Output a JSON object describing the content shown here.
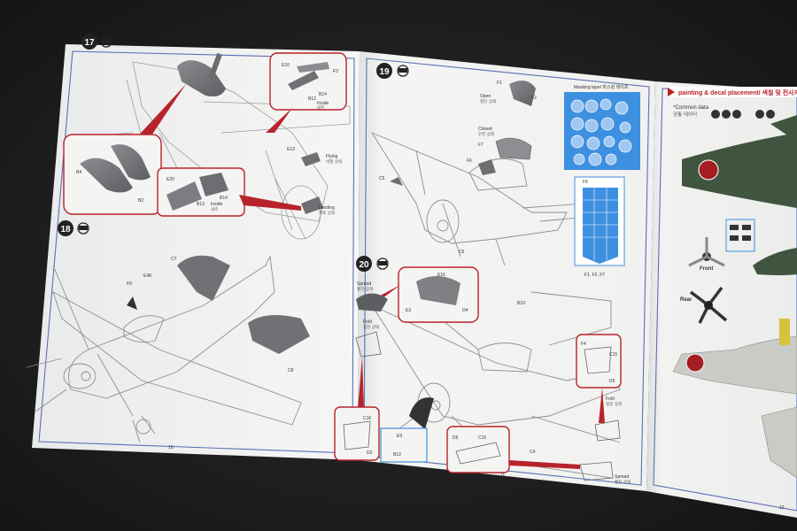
{
  "manual": {
    "left_page": {
      "steps": [
        {
          "number": "17",
          "labels": {
            "e10": "E10",
            "b14": "B14",
            "f3": "F3",
            "b12": "B12",
            "b4": "B4",
            "e20": "E20",
            "b2": "B2",
            "e13": "E13",
            "b13": "B13",
            "b14b": "B14"
          },
          "callouts": {
            "inside": "Inside",
            "inside_ko": "내측",
            "flying": "Flying",
            "flying_ko": "비행 상태",
            "landing": "Landing",
            "landing_ko": "착륙 상태",
            "inside2": "Inside",
            "inside2_ko": "내측"
          }
        },
        {
          "number": "18",
          "labels": {
            "c7": "C7",
            "f9": "F9",
            "e48": "E48",
            "c8": "C8"
          }
        }
      ],
      "page_number": "10"
    },
    "middle_page": {
      "steps": [
        {
          "number": "19",
          "labels": {
            "f1": "F1",
            "f2": "F2",
            "f6": "F6",
            "f7": "F7",
            "c5": "C5",
            "c6": "C6"
          },
          "callouts": {
            "open": "Open",
            "open_ko": "열린 상태",
            "closed": "Closed",
            "closed_ko": "닫힌 상태"
          }
        },
        {
          "number": "20",
          "labels": {
            "e16": "E16",
            "e3": "E3",
            "d4": "D4",
            "b10": "B10",
            "f4": "F4",
            "d5": "D5",
            "c15": "C15",
            "c4": "C4",
            "c16": "C16",
            "d6": "D6",
            "c15b": "C15",
            "e9": "E9",
            "b12": "B12",
            "d2": "D2"
          },
          "callouts": {
            "spread": "Spread",
            "spread_ko": "펼친 상태",
            "fold": "Fold",
            "fold_ko": "접힌 상태",
            "fold2": "Fold",
            "fold2_ko": "접힌 상태",
            "spread2": "Spread",
            "spread2_ko": "펼친 상태"
          }
        }
      ],
      "masking": {
        "title": "Masking tape/ 마스킹 테이프",
        "f6_label": "F6",
        "parts_caption": "F1, F2, F7"
      },
      "page_number": "11"
    },
    "right_page": {
      "header": "painting & decal placement/ 색칠 및 전사지",
      "common_data": "*Common data",
      "common_data_ko": "공통 데이터",
      "front_label": "Front",
      "rear_label": "Rear",
      "page_number": "12"
    },
    "colors": {
      "paper": "#f3f3f1",
      "border_blue": "#5b6fb6",
      "accent_red": "#b8232b",
      "mask_blue": "#3d8fe0",
      "plane_green": "#3f5540",
      "roundel_red": "#a51c21"
    }
  }
}
